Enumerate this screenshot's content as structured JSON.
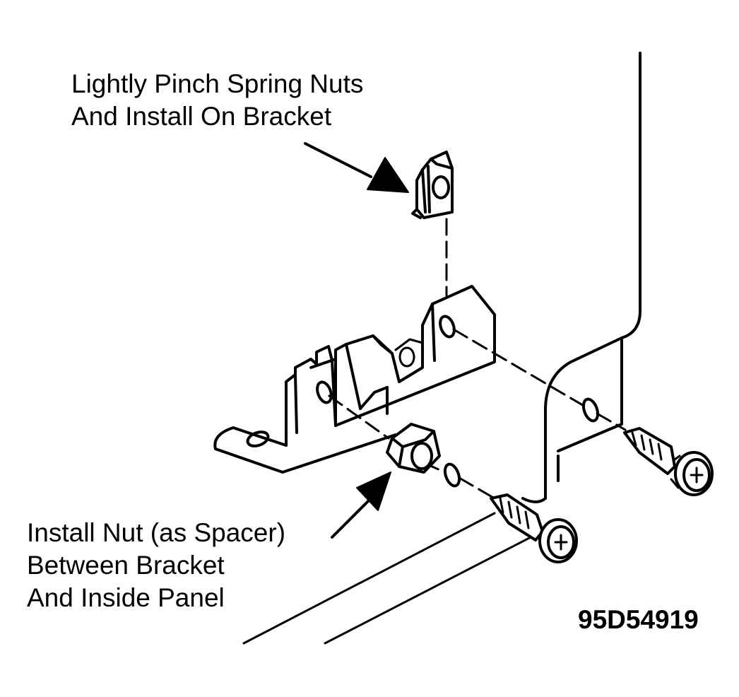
{
  "callouts": {
    "spring_nut": {
      "line1": "Lightly Pinch Spring Nuts",
      "line2": "And Install On Bracket"
    },
    "nut_spacer": {
      "line1": "Install Nut (as Spacer)",
      "line2": "Between Bracket",
      "line3": "And Inside Panel"
    }
  },
  "figure_id": "95D54919",
  "colors": {
    "ink": "#000000",
    "paper": "#ffffff"
  }
}
